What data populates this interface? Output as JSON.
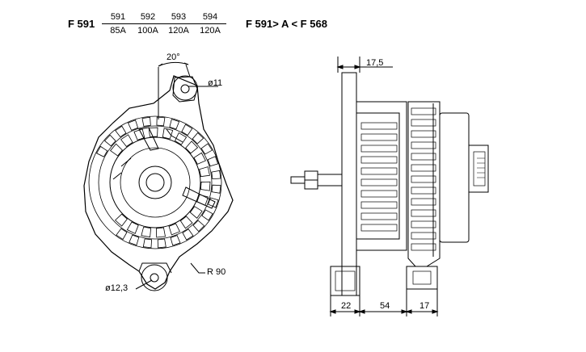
{
  "header": {
    "model": "F 591",
    "variants": [
      {
        "code": "591",
        "current": "85A"
      },
      {
        "code": "592",
        "current": "100A"
      },
      {
        "code": "593",
        "current": "120A"
      },
      {
        "code": "594",
        "current": "120A"
      }
    ],
    "comparison": "F 591> A < F 568"
  },
  "dimensions": {
    "angle": "20°",
    "upper_hole": "ø11",
    "lower_hole": "ø12,3",
    "radius": "R 90",
    "pulley_offset": "17,5",
    "front_foot": "22",
    "foot_spacing": "54",
    "rear_foot": "17"
  }
}
